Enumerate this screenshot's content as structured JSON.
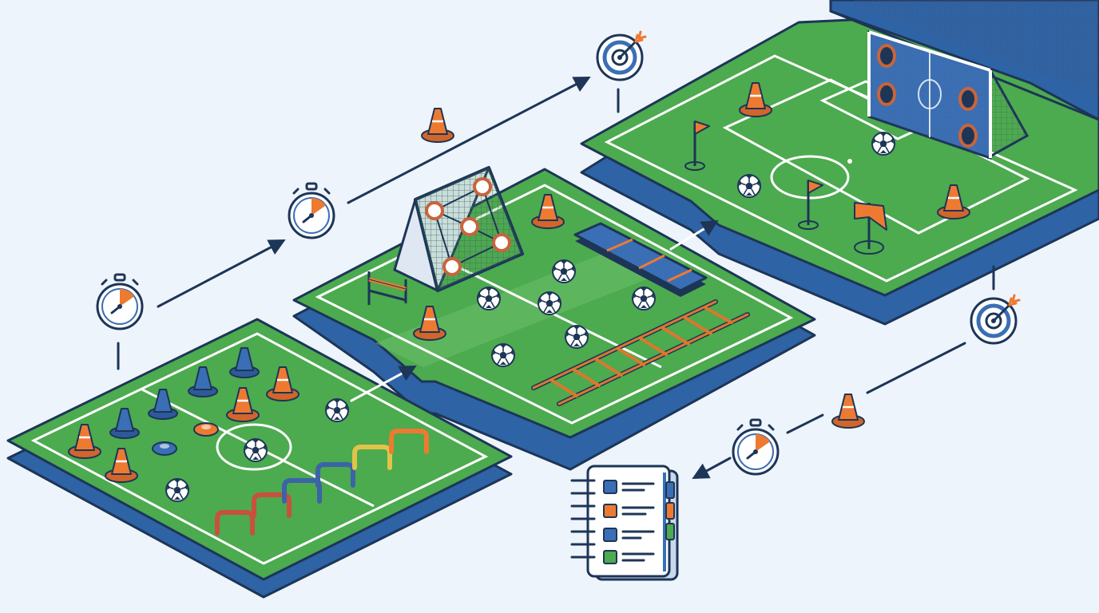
{
  "colors": {
    "background": "#eef4fb",
    "turf": "#4caa4f",
    "turf_light": "#6cc06a",
    "field_base": "#2e63a6",
    "outline": "#1d3557",
    "line_white": "#ffffff",
    "cone_orange": "#ee7a32",
    "cone_blue": "#3a6fb5",
    "goal_panel": "#3a6fb5",
    "target_ring": "#c8643c",
    "hurdle_red": "#c9503f",
    "hurdle_blue": "#3c63a8",
    "hurdle_yellow": "#e2c34a",
    "ladder_orange": "#d9782f",
    "checklist_blue": "#3a6fb5",
    "checklist_orange": "#ee7a32",
    "checklist_green": "#4caa4f"
  },
  "stations": [
    {
      "id": "warm-up-field",
      "equipment": [
        "cones",
        "flat-disc-cones",
        "agility-hurdles",
        "soccer-balls"
      ]
    },
    {
      "id": "technical-field",
      "equipment": [
        "rebound-net-with-targets",
        "mini-hurdle",
        "speed-ladder",
        "blue-mat",
        "cones",
        "soccer-balls"
      ]
    },
    {
      "id": "finishing-field",
      "equipment": [
        "goal-with-target-holes",
        "corner-flags",
        "cones",
        "soccer-balls",
        "fence"
      ]
    }
  ],
  "icons": {
    "timer": "stopwatch-icon",
    "target": "target-icon",
    "plan": "checklist-notebook-icon",
    "cone": "cone-icon",
    "ball": "soccer-ball-icon"
  }
}
